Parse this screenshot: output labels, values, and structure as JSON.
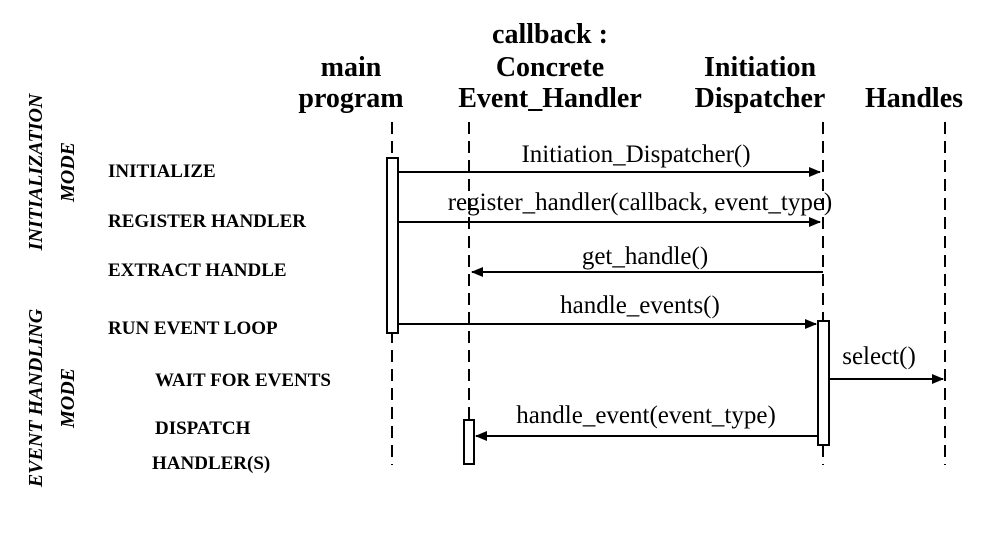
{
  "participants": {
    "main_program": [
      "main",
      "program"
    ],
    "callback_handler": [
      "callback :",
      "Concrete",
      "Event_Handler"
    ],
    "dispatcher": [
      "Initiation",
      "Dispatcher"
    ],
    "handles": [
      "Handles"
    ]
  },
  "modes": {
    "initialization": [
      "INITIALIZATION",
      "MODE"
    ],
    "event_handling": [
      "EVENT HANDLING",
      "MODE"
    ]
  },
  "steps": {
    "initialize": "INITIALIZE",
    "register_handler": "REGISTER  HANDLER",
    "extract_handle": "EXTRACT  HANDLE",
    "run_event_loop": "RUN  EVENT  LOOP",
    "wait_for_events": "WAIT  FOR  EVENTS",
    "dispatch_handler": [
      "DISPATCH",
      "HANDLER(S)"
    ]
  },
  "messages": {
    "initiation_dispatcher_ctor": "Initiation_Dispatcher()",
    "register_handler_call": "register_handler(callback, event_type)",
    "get_handle_call": "get_handle()",
    "handle_events_call": "handle_events()",
    "select_call": "select()",
    "handle_event_call": "handle_event(event_type)"
  }
}
